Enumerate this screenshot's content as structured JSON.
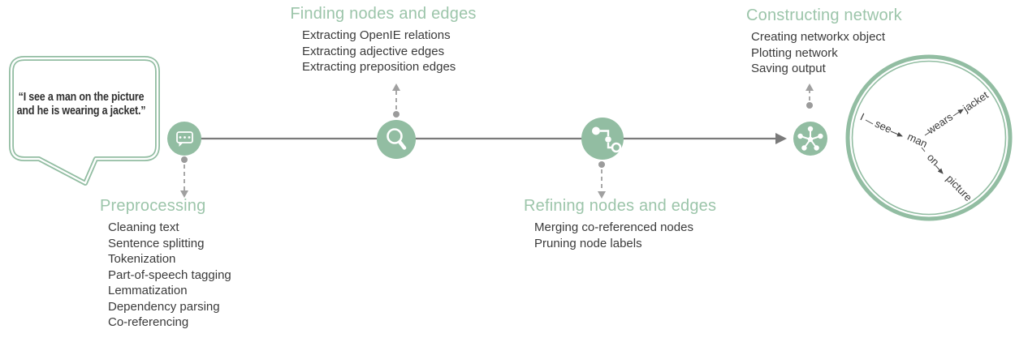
{
  "palette": {
    "node_green": "#92bda2",
    "heading_green": "#9cc5aa",
    "timeline_gray": "#7a7a7a",
    "connector_gray": "#a8a8a8",
    "text_dark": "#3a3a3a"
  },
  "speech_bubble": {
    "text": "“I see a man on the picture and he is wearing a jacket.”"
  },
  "stages": [
    {
      "title": "Preprocessing",
      "icon": "chat-bubble-icon",
      "placement": "below",
      "items": [
        "Cleaning text",
        "Sentence splitting",
        "Tokenization",
        "Part-of-speech tagging",
        "Lemmatization",
        "Dependency parsing",
        "Co-referencing"
      ]
    },
    {
      "title": "Finding nodes and edges",
      "icon": "search-icon",
      "placement": "above",
      "items": [
        "Extracting OpenIE relations",
        "Extracting adjective edges",
        "Extracting preposition edges"
      ]
    },
    {
      "title": "Refining nodes and edges",
      "icon": "workflow-icon",
      "placement": "below",
      "items": [
        "Merging co-referenced nodes",
        "Pruning node labels"
      ]
    },
    {
      "title": "Constructing network",
      "icon": "network-hub-icon",
      "placement": "above",
      "items": [
        "Creating networkx object",
        "Plotting network",
        "Saving output"
      ]
    }
  ],
  "network_graph": {
    "edges": [
      {
        "source": "I",
        "relation": "see",
        "target": "man"
      },
      {
        "source": "man",
        "relation": "wears",
        "target": "jacket"
      },
      {
        "source": "man",
        "relation": "on",
        "target": "picture"
      }
    ]
  }
}
